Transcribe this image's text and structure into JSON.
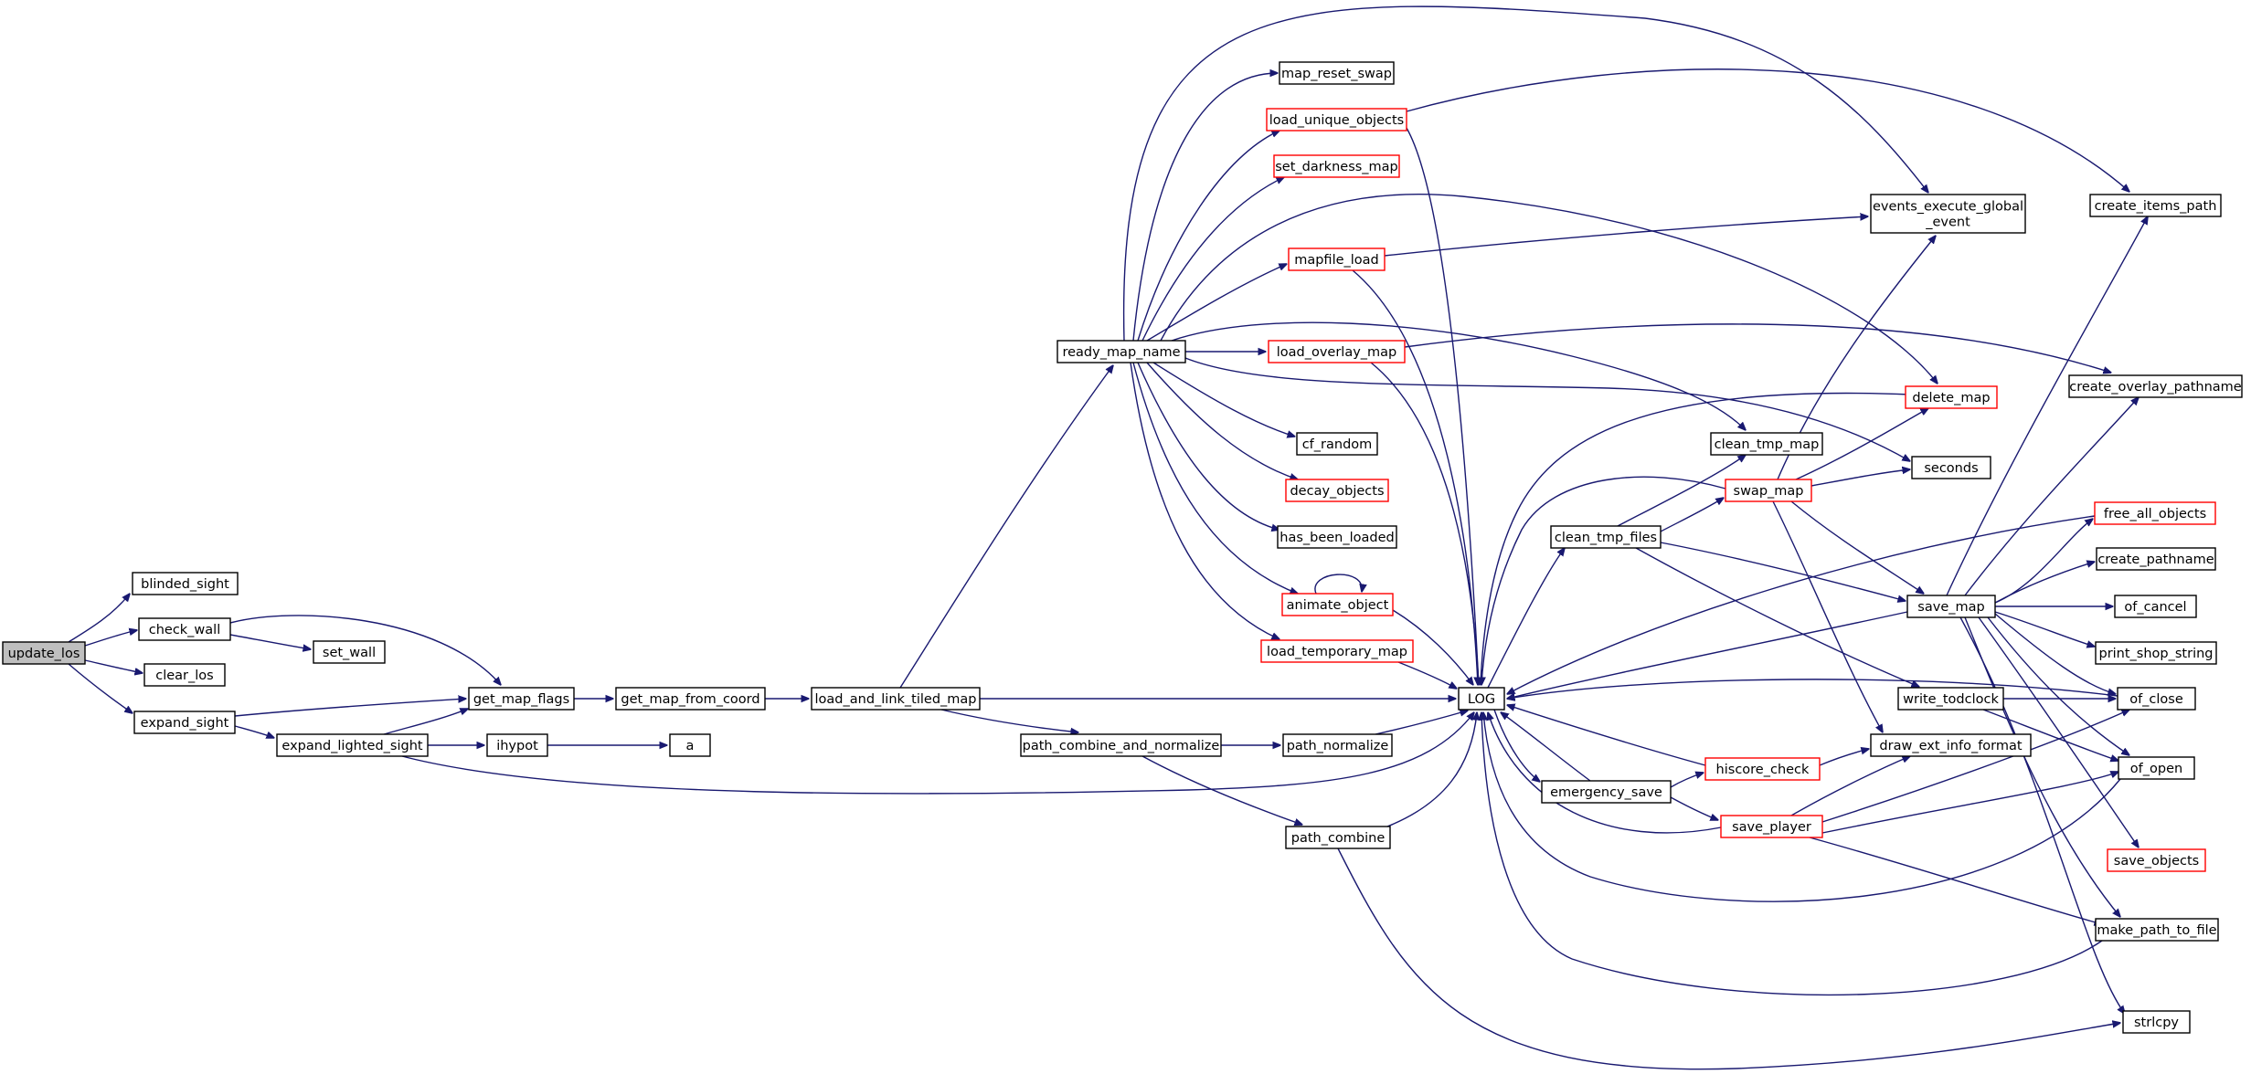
{
  "colors": {
    "edge": "#191970",
    "node_border": "#000000",
    "node_border_truncated": "#ff0000",
    "node_fill": "#ffffff",
    "node_fill_root": "#bfbfbf"
  },
  "nodes": [
    {
      "id": "update_los",
      "label": "update_los",
      "style": "root"
    },
    {
      "id": "blinded_sight",
      "label": "blinded_sight",
      "style": "normal"
    },
    {
      "id": "check_wall",
      "label": "check_wall",
      "style": "normal"
    },
    {
      "id": "clear_los",
      "label": "clear_los",
      "style": "normal"
    },
    {
      "id": "expand_sight",
      "label": "expand_sight",
      "style": "normal"
    },
    {
      "id": "set_wall",
      "label": "set_wall",
      "style": "normal"
    },
    {
      "id": "get_map_flags",
      "label": "get_map_flags",
      "style": "normal"
    },
    {
      "id": "expand_lighted_sight",
      "label": "expand_lighted_sight",
      "style": "normal"
    },
    {
      "id": "ihypot",
      "label": "ihypot",
      "style": "normal"
    },
    {
      "id": "a",
      "label": "a",
      "style": "normal"
    },
    {
      "id": "get_map_from_coord",
      "label": "get_map_from_coord",
      "style": "normal"
    },
    {
      "id": "load_and_link_tiled_map",
      "label": "load_and_link_tiled_map",
      "style": "normal"
    },
    {
      "id": "ready_map_name",
      "label": "ready_map_name",
      "style": "normal"
    },
    {
      "id": "path_combine_and_normalize",
      "label": "path_combine_and_normalize",
      "style": "normal"
    },
    {
      "id": "path_normalize",
      "label": "path_normalize",
      "style": "normal"
    },
    {
      "id": "path_combine",
      "label": "path_combine",
      "style": "normal"
    },
    {
      "id": "map_reset_swap",
      "label": "map_reset_swap",
      "style": "normal"
    },
    {
      "id": "load_unique_objects",
      "label": "load_unique_objects",
      "style": "truncated"
    },
    {
      "id": "set_darkness_map",
      "label": "set_darkness_map",
      "style": "truncated"
    },
    {
      "id": "mapfile_load",
      "label": "mapfile_load",
      "style": "truncated"
    },
    {
      "id": "load_overlay_map",
      "label": "load_overlay_map",
      "style": "truncated"
    },
    {
      "id": "cf_random",
      "label": "cf_random",
      "style": "normal"
    },
    {
      "id": "decay_objects",
      "label": "decay_objects",
      "style": "truncated"
    },
    {
      "id": "has_been_loaded",
      "label": "has_been_loaded",
      "style": "normal"
    },
    {
      "id": "animate_object",
      "label": "animate_object",
      "style": "truncated"
    },
    {
      "id": "load_temporary_map",
      "label": "load_temporary_map",
      "style": "truncated"
    },
    {
      "id": "LOG",
      "label": "LOG",
      "style": "normal"
    },
    {
      "id": "events_execute_global_event",
      "label": [
        "events_execute_global",
        "_event"
      ],
      "style": "normal"
    },
    {
      "id": "delete_map",
      "label": "delete_map",
      "style": "truncated"
    },
    {
      "id": "clean_tmp_map",
      "label": "clean_tmp_map",
      "style": "normal"
    },
    {
      "id": "seconds",
      "label": "seconds",
      "style": "normal"
    },
    {
      "id": "swap_map",
      "label": "swap_map",
      "style": "truncated"
    },
    {
      "id": "clean_tmp_files",
      "label": "clean_tmp_files",
      "style": "normal"
    },
    {
      "id": "save_map",
      "label": "save_map",
      "style": "normal"
    },
    {
      "id": "write_todclock",
      "label": "write_todclock",
      "style": "normal"
    },
    {
      "id": "draw_ext_info_format",
      "label": "draw_ext_info_format",
      "style": "normal"
    },
    {
      "id": "hiscore_check",
      "label": "hiscore_check",
      "style": "truncated"
    },
    {
      "id": "emergency_save",
      "label": "emergency_save",
      "style": "normal"
    },
    {
      "id": "save_player",
      "label": "save_player",
      "style": "truncated"
    },
    {
      "id": "create_items_path",
      "label": "create_items_path",
      "style": "normal"
    },
    {
      "id": "create_overlay_pathname",
      "label": "create_overlay_pathname",
      "style": "normal"
    },
    {
      "id": "free_all_objects",
      "label": "free_all_objects",
      "style": "truncated"
    },
    {
      "id": "create_pathname",
      "label": "create_pathname",
      "style": "normal"
    },
    {
      "id": "of_cancel",
      "label": "of_cancel",
      "style": "normal"
    },
    {
      "id": "print_shop_string",
      "label": "print_shop_string",
      "style": "normal"
    },
    {
      "id": "of_close",
      "label": "of_close",
      "style": "normal"
    },
    {
      "id": "of_open",
      "label": "of_open",
      "style": "normal"
    },
    {
      "id": "save_objects",
      "label": "save_objects",
      "style": "truncated"
    },
    {
      "id": "make_path_to_file",
      "label": "make_path_to_file",
      "style": "normal"
    },
    {
      "id": "strlcpy",
      "label": "strlcpy",
      "style": "normal"
    }
  ],
  "edges": [
    {
      "from": "update_los",
      "to": "blinded_sight"
    },
    {
      "from": "update_los",
      "to": "check_wall"
    },
    {
      "from": "update_los",
      "to": "clear_los"
    },
    {
      "from": "update_los",
      "to": "expand_sight"
    },
    {
      "from": "check_wall",
      "to": "get_map_flags"
    },
    {
      "from": "check_wall",
      "to": "set_wall"
    },
    {
      "from": "expand_sight",
      "to": "get_map_flags"
    },
    {
      "from": "expand_sight",
      "to": "expand_lighted_sight"
    },
    {
      "from": "expand_lighted_sight",
      "to": "get_map_flags"
    },
    {
      "from": "expand_lighted_sight",
      "to": "ihypot"
    },
    {
      "from": "expand_lighted_sight",
      "to": "LOG"
    },
    {
      "from": "ihypot",
      "to": "a"
    },
    {
      "from": "get_map_flags",
      "to": "get_map_from_coord"
    },
    {
      "from": "get_map_from_coord",
      "to": "load_and_link_tiled_map"
    },
    {
      "from": "load_and_link_tiled_map",
      "to": "LOG"
    },
    {
      "from": "load_and_link_tiled_map",
      "to": "path_combine_and_normalize"
    },
    {
      "from": "load_and_link_tiled_map",
      "to": "ready_map_name"
    },
    {
      "from": "path_combine_and_normalize",
      "to": "path_normalize"
    },
    {
      "from": "path_combine_and_normalize",
      "to": "path_combine"
    },
    {
      "from": "path_normalize",
      "to": "LOG"
    },
    {
      "from": "path_combine",
      "to": "LOG"
    },
    {
      "from": "path_combine",
      "to": "strlcpy"
    },
    {
      "from": "ready_map_name",
      "to": "map_reset_swap"
    },
    {
      "from": "ready_map_name",
      "to": "load_unique_objects"
    },
    {
      "from": "ready_map_name",
      "to": "set_darkness_map"
    },
    {
      "from": "ready_map_name",
      "to": "mapfile_load"
    },
    {
      "from": "ready_map_name",
      "to": "load_overlay_map"
    },
    {
      "from": "ready_map_name",
      "to": "cf_random"
    },
    {
      "from": "ready_map_name",
      "to": "decay_objects"
    },
    {
      "from": "ready_map_name",
      "to": "has_been_loaded"
    },
    {
      "from": "ready_map_name",
      "to": "animate_object"
    },
    {
      "from": "ready_map_name",
      "to": "load_temporary_map"
    },
    {
      "from": "ready_map_name",
      "to": "events_execute_global_event"
    },
    {
      "from": "ready_map_name",
      "to": "delete_map"
    },
    {
      "from": "ready_map_name",
      "to": "clean_tmp_map"
    },
    {
      "from": "ready_map_name",
      "to": "seconds"
    },
    {
      "from": "animate_object",
      "to": "animate_object"
    },
    {
      "from": "animate_object",
      "to": "LOG"
    },
    {
      "from": "load_unique_objects",
      "to": "LOG"
    },
    {
      "from": "load_unique_objects",
      "to": "create_items_path"
    },
    {
      "from": "mapfile_load",
      "to": "LOG"
    },
    {
      "from": "mapfile_load",
      "to": "events_execute_global_event"
    },
    {
      "from": "load_overlay_map",
      "to": "LOG"
    },
    {
      "from": "load_overlay_map",
      "to": "create_overlay_pathname"
    },
    {
      "from": "load_temporary_map",
      "to": "LOG"
    },
    {
      "from": "LOG",
      "to": "clean_tmp_files"
    },
    {
      "from": "LOG",
      "to": "emergency_save"
    },
    {
      "from": "clean_tmp_files",
      "to": "clean_tmp_map"
    },
    {
      "from": "clean_tmp_files",
      "to": "swap_map"
    },
    {
      "from": "clean_tmp_files",
      "to": "save_map"
    },
    {
      "from": "clean_tmp_files",
      "to": "write_todclock"
    },
    {
      "from": "delete_map",
      "to": "LOG"
    },
    {
      "from": "swap_map",
      "to": "LOG"
    },
    {
      "from": "swap_map",
      "to": "events_execute_global_event"
    },
    {
      "from": "swap_map",
      "to": "delete_map"
    },
    {
      "from": "swap_map",
      "to": "seconds"
    },
    {
      "from": "swap_map",
      "to": "save_map"
    },
    {
      "from": "swap_map",
      "to": "draw_ext_info_format"
    },
    {
      "from": "save_map",
      "to": "LOG"
    },
    {
      "from": "save_map",
      "to": "create_items_path"
    },
    {
      "from": "save_map",
      "to": "create_overlay_pathname"
    },
    {
      "from": "save_map",
      "to": "free_all_objects"
    },
    {
      "from": "save_map",
      "to": "create_pathname"
    },
    {
      "from": "save_map",
      "to": "of_cancel"
    },
    {
      "from": "save_map",
      "to": "print_shop_string"
    },
    {
      "from": "save_map",
      "to": "of_close"
    },
    {
      "from": "save_map",
      "to": "of_open"
    },
    {
      "from": "save_map",
      "to": "save_objects"
    },
    {
      "from": "save_map",
      "to": "make_path_to_file"
    },
    {
      "from": "save_map",
      "to": "strlcpy"
    },
    {
      "from": "free_all_objects",
      "to": "LOG"
    },
    {
      "from": "write_todclock",
      "to": "of_close"
    },
    {
      "from": "write_todclock",
      "to": "of_open"
    },
    {
      "from": "of_close",
      "to": "LOG"
    },
    {
      "from": "emergency_save",
      "to": "LOG"
    },
    {
      "from": "emergency_save",
      "to": "hiscore_check"
    },
    {
      "from": "emergency_save",
      "to": "save_player"
    },
    {
      "from": "hiscore_check",
      "to": "LOG"
    },
    {
      "from": "hiscore_check",
      "to": "draw_ext_info_format"
    },
    {
      "from": "save_player",
      "to": "LOG"
    },
    {
      "from": "save_player",
      "to": "draw_ext_info_format"
    },
    {
      "from": "save_player",
      "to": "of_close"
    },
    {
      "from": "save_player",
      "to": "of_open"
    },
    {
      "from": "save_player",
      "to": "make_path_to_file"
    },
    {
      "from": "of_open",
      "to": "LOG"
    },
    {
      "from": "make_path_to_file",
      "to": "LOG"
    }
  ]
}
